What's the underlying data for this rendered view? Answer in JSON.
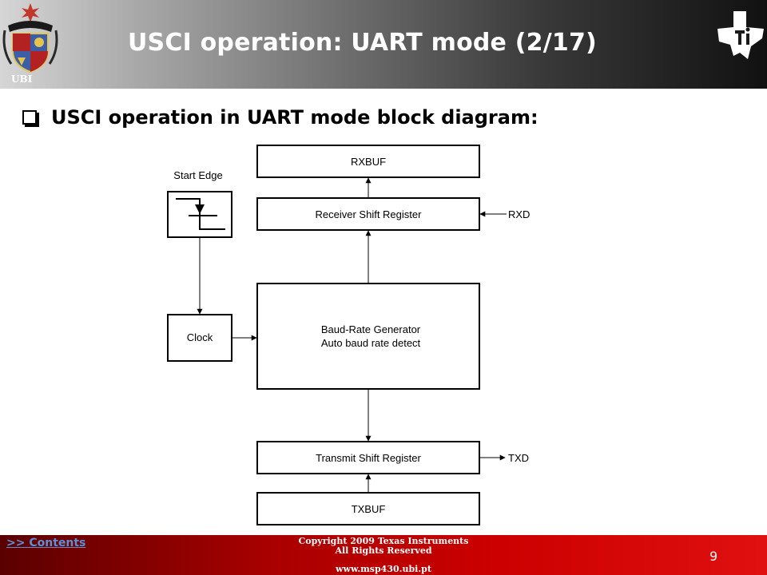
{
  "header": {
    "title": "USCI operation: UART mode (2/17)",
    "university_label": "UBI",
    "gradient_colors": [
      "#d6d6d6",
      "#111111"
    ]
  },
  "bullet": {
    "text": "USCI operation in UART mode block diagram:"
  },
  "diagram": {
    "blocks": {
      "rxbuf": "RXBUF",
      "receiver_shift_register": "Receiver Shift Register",
      "baud_rate_generator_line1": "Baud-Rate Generator",
      "baud_rate_generator_line2": "Auto baud rate detect",
      "transmit_shift_register": "Transmit Shift Register",
      "txbuf": "TXBUF",
      "clock": "Clock"
    },
    "start_edge_label": "Start Edge",
    "signals": {
      "rxd": "RXD",
      "txd": "TXD"
    }
  },
  "footer": {
    "contents_link": ">> Contents",
    "copyright_line1": "Copyright  2009 Texas Instruments",
    "copyright_line2": "All Rights Reserved",
    "website": "www.msp430.ubi.pt",
    "page_number": "9",
    "colors": {
      "start": "#5a0000",
      "end": "#e01010",
      "link": "#5e8fd6"
    }
  }
}
